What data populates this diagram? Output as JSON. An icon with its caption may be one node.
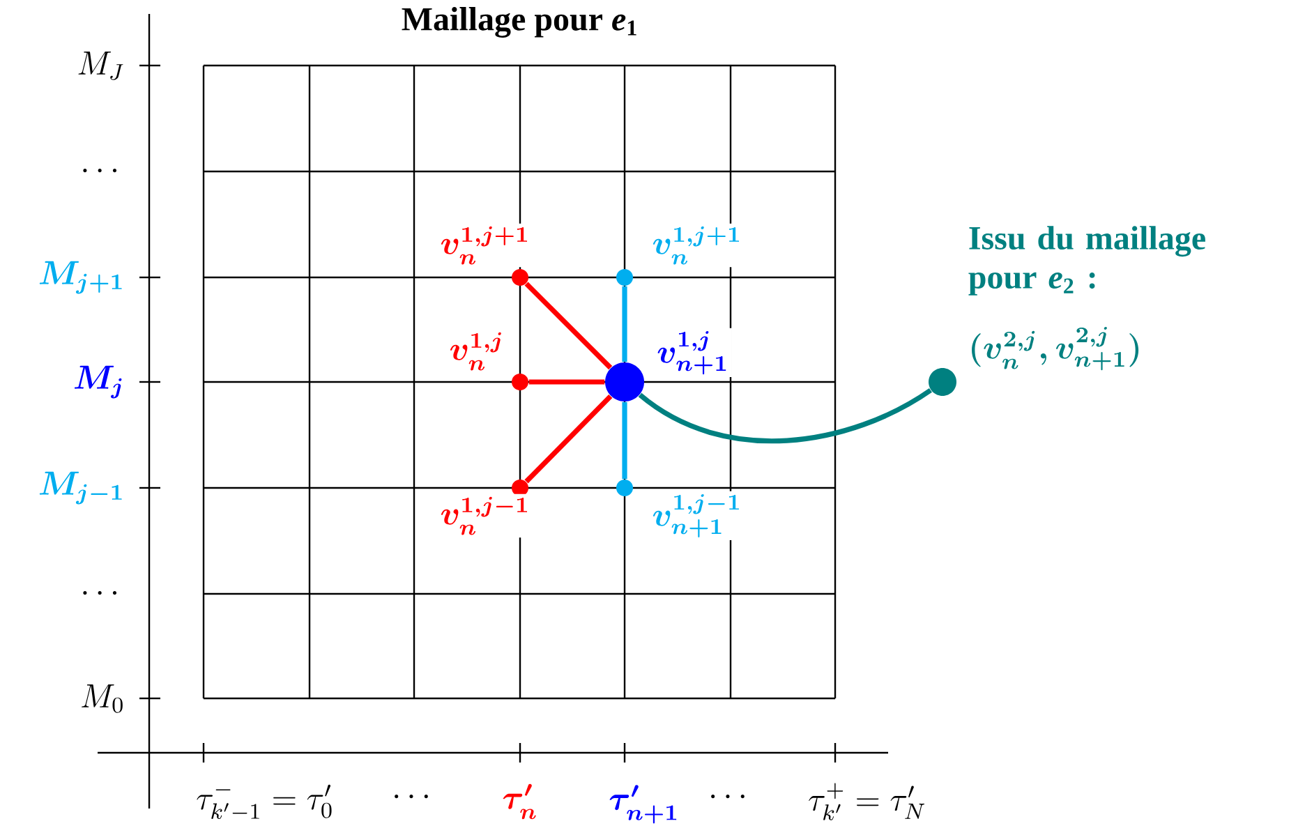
{
  "diagram": {
    "title": "Maillage pour *e*$_{1}$",
    "nodes": [
      {
        "text": [],
        "shape": "circle",
        "beside": [
          "v_n^{1,j+1}"
        ]
      },
      {
        "text": [],
        "shape": "circle",
        "beside": [
          "v_n^{1,j}"
        ]
      },
      {
        "text": [],
        "shape": "circle",
        "beside": [
          "v_n^{1,j-1}"
        ]
      },
      {
        "text": [],
        "shape": "circle",
        "beside": [
          "v_n^{1,j+1}"
        ]
      },
      {
        "text": [],
        "shape": "circle",
        "beside": [
          "v_{n+1}^{1,j}"
        ]
      },
      {
        "text": [],
        "shape": "circle",
        "beside": [
          "v_{n+1}^{1,j-1}"
        ]
      },
      {
        "text": [],
        "shape": "circle",
        "beside": [
          "Issu du maillage pour *e*$_{2}$ :",
          "(v_n^{2,j},v_{n+1}^{2,j})"
        ]
      }
    ],
    "edges": [
      {
        "from": 0,
        "to": 4,
        "arrow": "none",
        "color": "#ff0000"
      },
      {
        "from": 1,
        "to": 4,
        "arrow": "none",
        "color": "#ff0000"
      },
      {
        "from": 2,
        "to": 4,
        "arrow": "none",
        "color": "#ff0000"
      },
      {
        "from": 3,
        "to": 4,
        "arrow": "none",
        "color": "#00aeef"
      },
      {
        "from": 4,
        "to": 5,
        "arrow": "none",
        "color": "#00aeef"
      },
      {
        "from": 4,
        "to": 6,
        "arrow": "none",
        "color": "#008080"
      }
    ],
    "labels": [
      "M_J",
      "\\cdots",
      "M_{j+1}",
      "M_j",
      "M_{j-1}",
      "\\cdots",
      "M_0",
      "\\tau^-_{k'-1}=\\tau'_0",
      "\\cdots",
      "\\tau'_n",
      "\\tau'_{n+1}",
      "\\cdots",
      "\\tau^+_{k'}=\\tau'_N"
    ]
  }
}
